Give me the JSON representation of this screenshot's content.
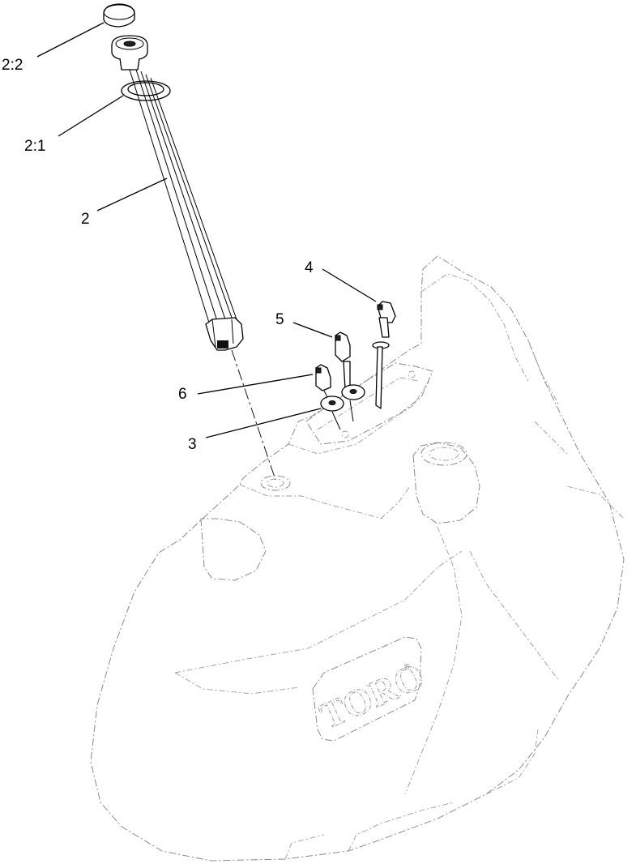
{
  "callouts": {
    "c2_2": "2:2",
    "c2_1": "2:1",
    "c2": "2",
    "c4": "4",
    "c5": "5",
    "c6": "6",
    "c3": "3"
  },
  "logo": {
    "text": "TORO",
    "mark": "®"
  }
}
